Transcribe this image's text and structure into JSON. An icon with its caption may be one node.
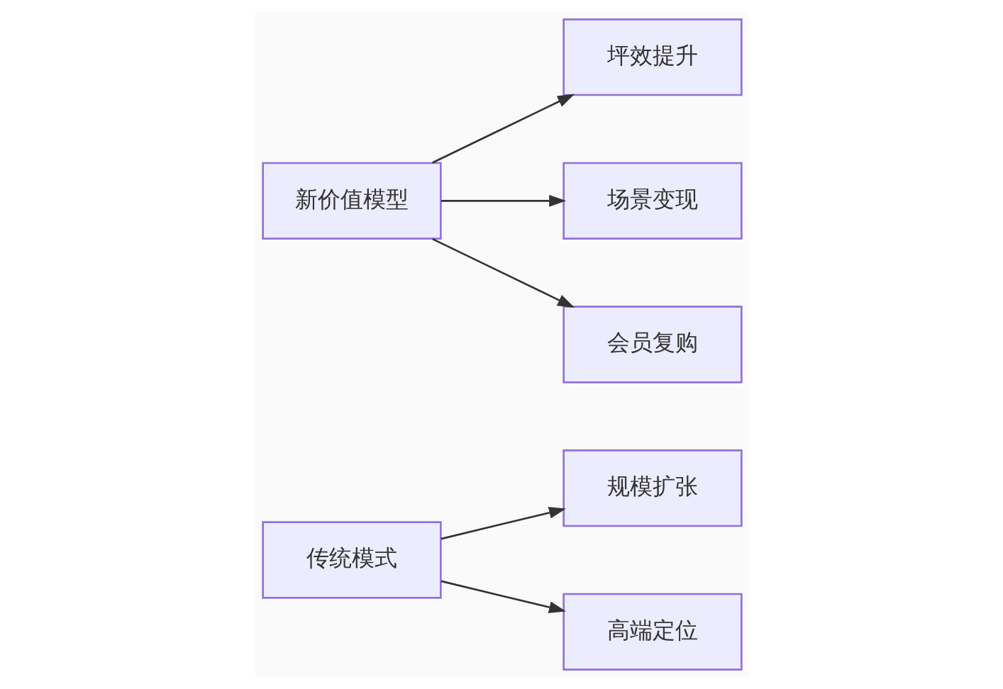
{
  "diagram": {
    "nodes": [
      {
        "text": [
          "传统模式"
        ]
      },
      {
        "text": [
          "规模扩张"
        ]
      },
      {
        "text": [
          "高端定位"
        ]
      },
      {
        "text": [
          "新价值模型"
        ]
      },
      {
        "text": [
          "坪效提升"
        ]
      },
      {
        "text": [
          "场景变现"
        ]
      },
      {
        "text": [
          "会员复购"
        ]
      }
    ],
    "edges": [
      {
        "from": 0,
        "to": 1,
        "arrow": "to"
      },
      {
        "from": 0,
        "to": 2,
        "arrow": "to"
      },
      {
        "from": 3,
        "to": 4,
        "arrow": "to"
      },
      {
        "from": 3,
        "to": 5,
        "arrow": "to"
      },
      {
        "from": 3,
        "to": 6,
        "arrow": "to"
      }
    ]
  }
}
